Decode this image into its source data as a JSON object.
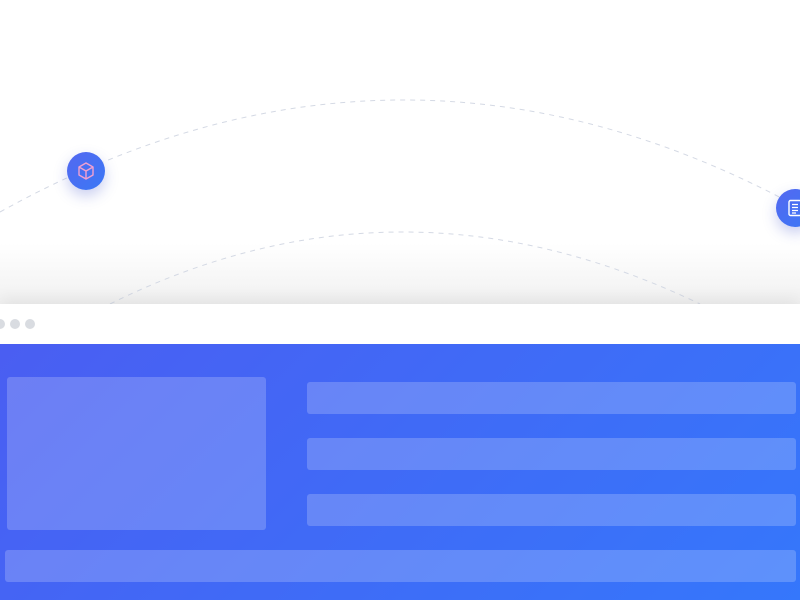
{
  "colors": {
    "canvas_start": "#4a5ef2",
    "canvas_end": "#3577fb",
    "node_start": "#5468f0",
    "node_end": "#3a78f6",
    "cube_stroke": "#f2a0cf",
    "doc_stroke": "#ffffff",
    "arc_stroke": "#d4d9e4",
    "window_dot": "#d9dce1"
  },
  "nodes": [
    {
      "name": "cube-node",
      "icon": "cube-icon"
    },
    {
      "name": "document-node",
      "icon": "document-icon"
    }
  ],
  "window": {
    "dots": 3,
    "content": {
      "image_placeholder": 1,
      "text_placeholders": 3,
      "footer_placeholder": 1
    }
  }
}
